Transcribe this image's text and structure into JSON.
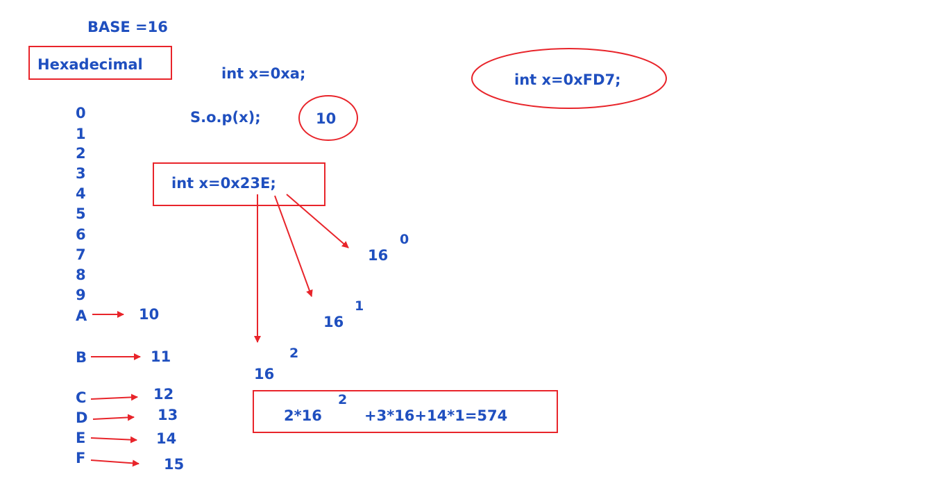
{
  "base_label": "BASE =16",
  "hex_label": "Hexadecimal",
  "code_xa": "int x=0xa;",
  "code_print": "S.o.p(x);",
  "print_result": "10",
  "code_fd7": "int x=0xFD7;",
  "code_23e": "int x=0x23E;",
  "digits": [
    "0",
    "1",
    "2",
    "3",
    "4",
    "5",
    "6",
    "7",
    "8",
    "9",
    "A",
    "B",
    "C",
    "D",
    "E",
    "F"
  ],
  "letter_values": [
    "10",
    "11",
    "12",
    "13",
    "14",
    "15"
  ],
  "powers": [
    {
      "base": "16",
      "exp": "0"
    },
    {
      "base": "16",
      "exp": "1"
    },
    {
      "base": "16",
      "exp": "2"
    }
  ],
  "calc": {
    "left": "2*16",
    "exp": "2",
    "right": "+3*16+14*1=574"
  },
  "colors": {
    "text": "#1f4fbf",
    "annotation": "#e8242a",
    "background": "#ffffff"
  }
}
